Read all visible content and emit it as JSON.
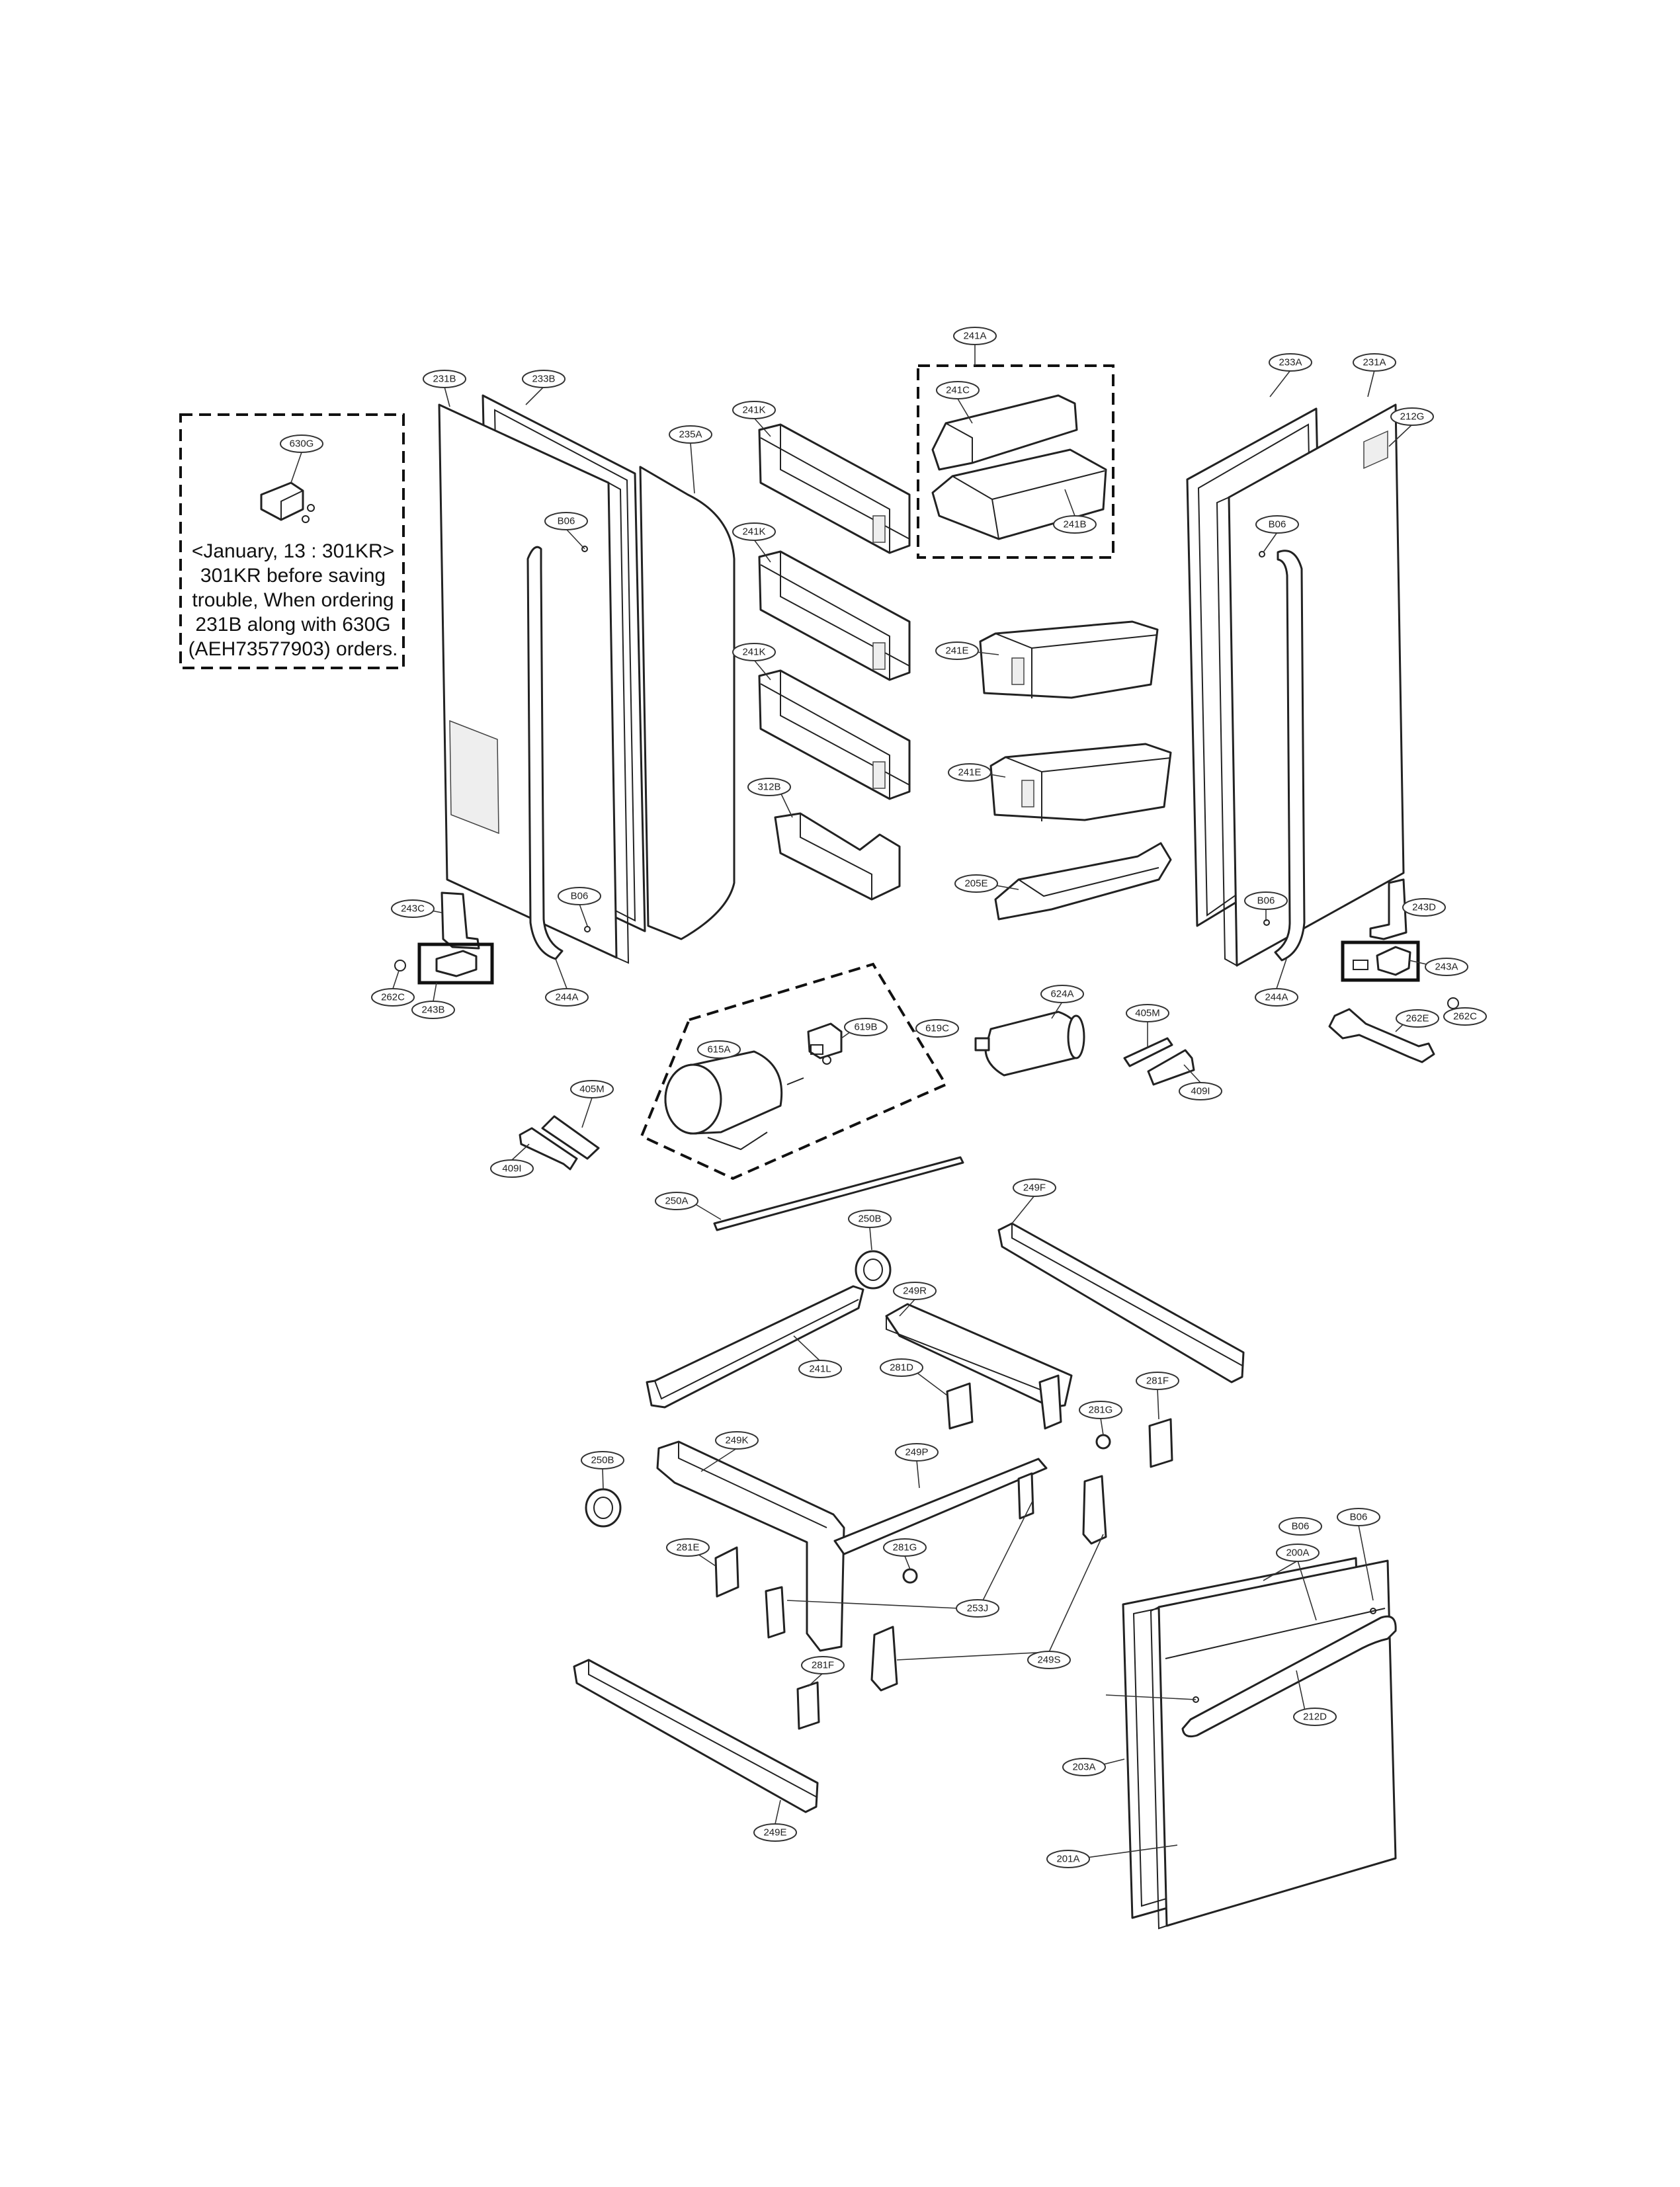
{
  "note": {
    "lines": [
      "<January, 13 : 301KR>",
      "301KR before saving",
      "trouble, When ordering",
      "231B along with 630G",
      "(AEH73577903) orders."
    ]
  },
  "callouts": [
    "241A",
    "241C",
    "241B",
    "231B",
    "233B",
    "235A",
    "241K",
    "241K",
    "241K",
    "630G",
    "B06",
    "B06",
    "241E",
    "241E",
    "312B",
    "205E",
    "233A",
    "231A",
    "212G",
    "B06",
    "B06",
    "243C",
    "262C",
    "243B",
    "244A",
    "244A",
    "243D",
    "243A",
    "262E",
    "262C",
    "624A",
    "405M",
    "409I",
    "615A",
    "619B",
    "619C",
    "405M",
    "409I",
    "250A",
    "250B",
    "249F",
    "249R",
    "241L",
    "281D",
    "281G",
    "281F",
    "250B",
    "249K",
    "249P",
    "281E",
    "281G",
    "253J",
    "249S",
    "281F",
    "249E",
    "B06",
    "200A",
    "B06",
    "212D",
    "203A",
    "201A"
  ]
}
